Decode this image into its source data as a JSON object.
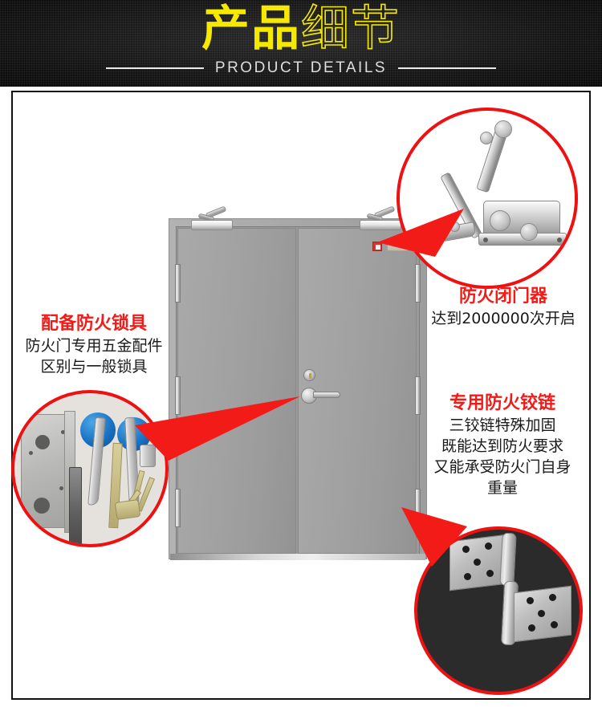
{
  "banner": {
    "title_solid": "产品",
    "title_outline": "细节",
    "subtitle": "PRODUCT DETAILS",
    "title_color": "#f5e900",
    "subtitle_color": "#dedede",
    "background_color": "#141414"
  },
  "accent": {
    "red": "#ee1111",
    "heading_red": "#f31b18",
    "body_black": "#1a1a1a"
  },
  "callouts": {
    "closer": {
      "heading": "防火闭门器",
      "lines": [
        "达到2000000次开启"
      ],
      "photo_name": "door-closer-photo"
    },
    "lock": {
      "heading": "配备防火锁具",
      "lines": [
        "防火门专用五金配件",
        "区别与一般锁具"
      ],
      "photo_name": "fire-lock-hardware-photo"
    },
    "hinge": {
      "heading": "专用防火铰链",
      "lines": [
        "三铰链特殊加固",
        "既能达到防火要求",
        "又能承受防火门自身",
        "重量"
      ],
      "photo_name": "fire-hinge-photo"
    }
  },
  "product": {
    "name": "fire-rated-double-door",
    "door_color": "#a2a2a2",
    "frame_color": "#9a9a9a",
    "parts": {
      "closer": "door-closer",
      "hinge": "door-hinge",
      "lock_cylinder": "lock-cylinder",
      "lever_handle": "lever-handle",
      "fire_badge": "fire-rating-badge",
      "nameplate": "door-nameplate"
    }
  }
}
